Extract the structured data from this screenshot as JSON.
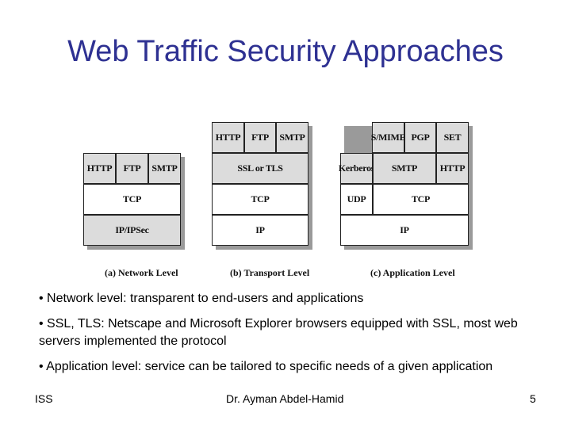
{
  "slide": {
    "title": "Web Traffic Security Approaches",
    "footer_left": "ISS",
    "footer_center": "Dr. Ayman Abdel-Hamid",
    "page_number": "5"
  },
  "diagram": {
    "network": {
      "caption": "(a) Network Level",
      "row1": [
        "HTTP",
        "FTP",
        "SMTP"
      ],
      "row2": "TCP",
      "row3": "IP/IPSec"
    },
    "transport": {
      "caption": "(b) Transport Level",
      "row1": [
        "HTTP",
        "FTP",
        "SMTP"
      ],
      "row2": "SSL or TLS",
      "row3": "TCP",
      "row4": "IP"
    },
    "application": {
      "caption": "(c) Application Level",
      "row1": [
        "S/MIME",
        "PGP",
        "SET"
      ],
      "row2": [
        "Kerberos",
        "SMTP",
        "HTTP"
      ],
      "row3": [
        "UDP",
        "TCP"
      ],
      "row4": "IP"
    }
  },
  "bullets": [
    "• Network level: transparent to end-users and applications",
    "• SSL, TLS: Netscape and Microsoft Explorer browsers equipped with SSL, most web servers implemented the protocol",
    "• Application level: service can be tailored to specific needs of a given application"
  ]
}
